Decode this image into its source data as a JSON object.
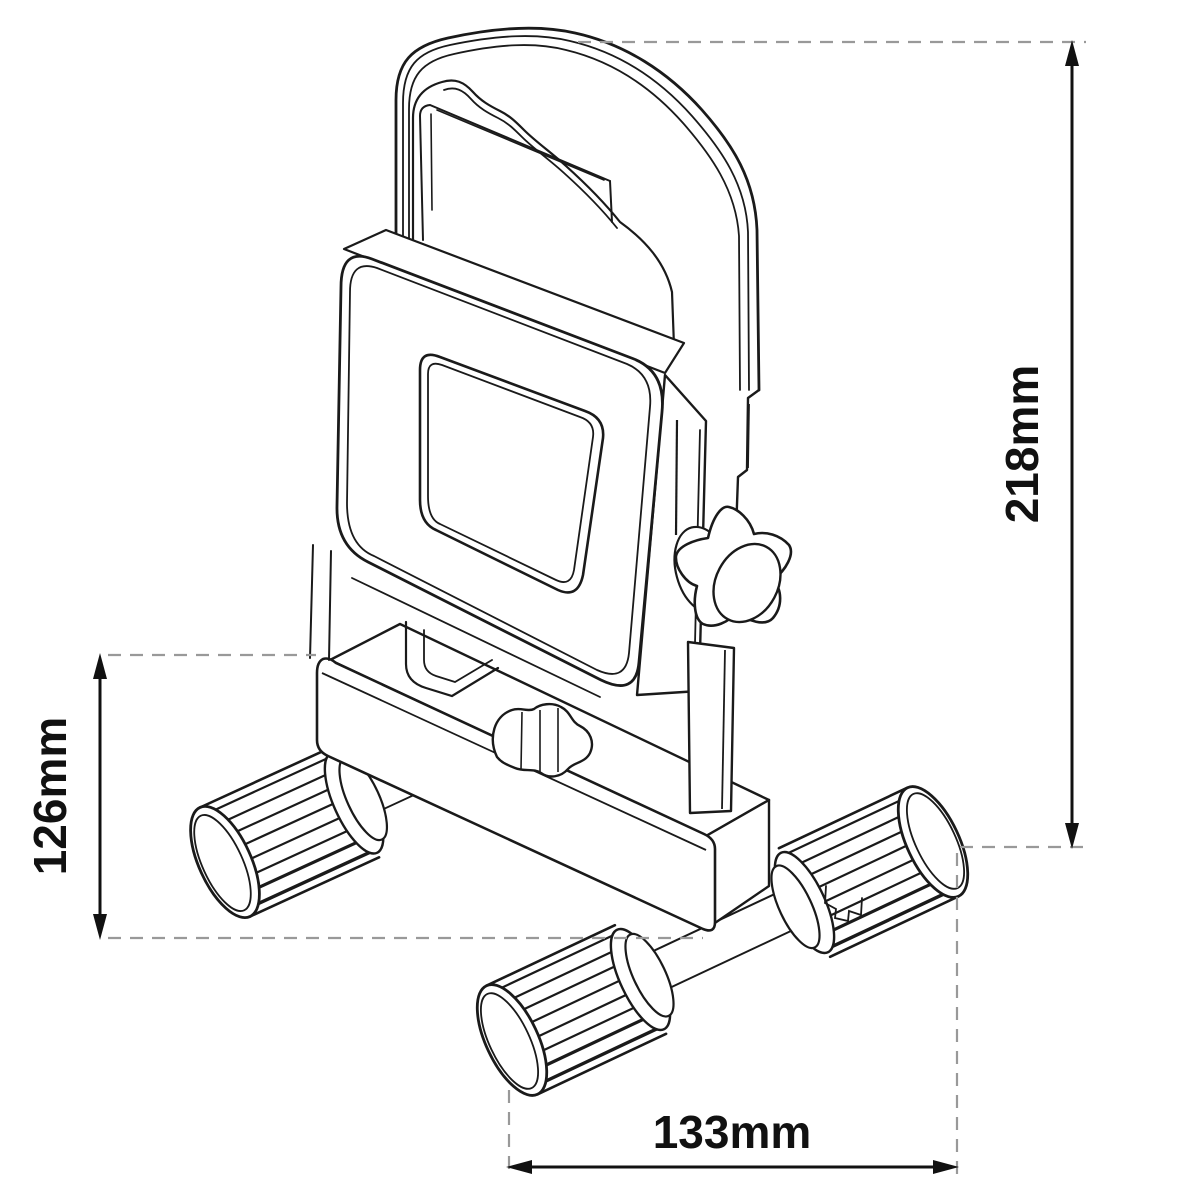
{
  "document": {
    "background": "#ffffff",
    "subject": "Isometric technical line drawing of a portable LED work light with arched handle, square lens, side knob and H-frame stand with ribbed feet"
  },
  "dims": [
    {
      "name": "overall-height",
      "value": "218mm",
      "axis": "vertical",
      "side": "right"
    },
    {
      "name": "stand-height",
      "value": "126mm",
      "axis": "vertical",
      "side": "left"
    },
    {
      "name": "base-depth",
      "value": "133mm",
      "axis": "horizontal",
      "side": "bottom"
    }
  ],
  "colors": {
    "outline": "#1a1a1a",
    "dimension": "#111111",
    "leader_dashed": "#999999",
    "background": "#ffffff"
  }
}
